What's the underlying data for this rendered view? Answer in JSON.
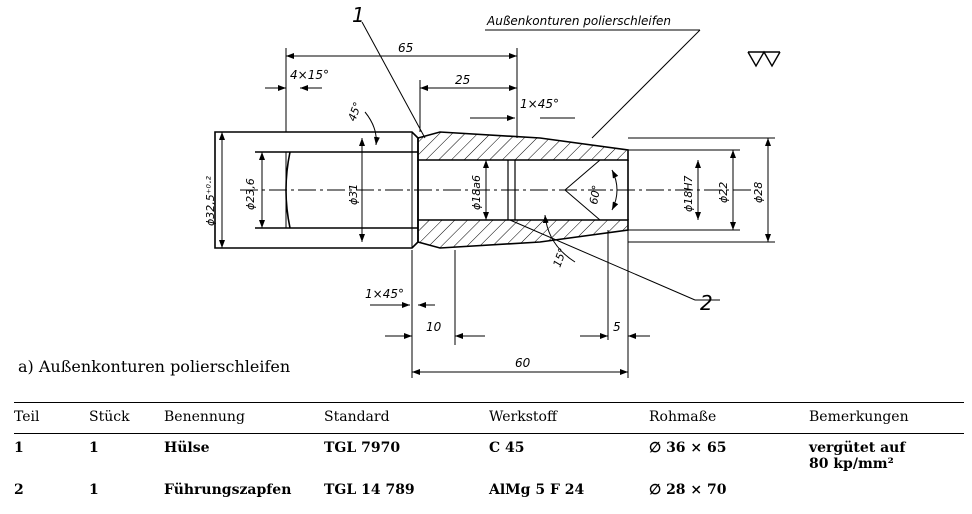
{
  "drawing": {
    "labels": {
      "part1": "1",
      "part2": "2",
      "note": "Außenkonturen polierschleifen",
      "finish_symbol": "▽▽",
      "d65": "65",
      "d25": "25",
      "d4x15": "4×15°",
      "d1x45_top": "1×45°",
      "d1x45_bot": "1×45°",
      "d45deg": "45°",
      "d60deg": "60°",
      "d15deg": "15°",
      "d10": "10",
      "d5": "5",
      "d60": "60",
      "dia325": "ϕ32,5⁺⁰·²",
      "dia236": "ϕ23,6",
      "dia31": "ϕ31",
      "dia18a6": "ϕ18a6",
      "dia18H7": "ϕ18H7",
      "dia22": "ϕ22",
      "dia28": "ϕ28"
    }
  },
  "caption": "a)  Außenkonturen polierschleifen",
  "table": {
    "headers": [
      "Teil",
      "Stück",
      "Benennung",
      "Standard",
      "Werkstoff",
      "Rohmaße",
      "Bemerkungen"
    ],
    "rows": [
      {
        "teil": "1",
        "stueck": "1",
        "benennung": "Hülse",
        "standard": "TGL 7970",
        "werkstoff": "C 45",
        "rohmasse": "∅ 36 ⨯ 65",
        "bemerkungen": "vergütet auf",
        "bemerkungen2": "80 kp/mm²"
      },
      {
        "teil": "2",
        "stueck": "1",
        "benennung": "Führungszapfen",
        "standard": "TGL 14 789",
        "werkstoff": "AlMg 5 F 24",
        "rohmasse": "∅ 28 ⨯ 70",
        "bemerkungen": "",
        "bemerkungen2": ""
      }
    ]
  }
}
